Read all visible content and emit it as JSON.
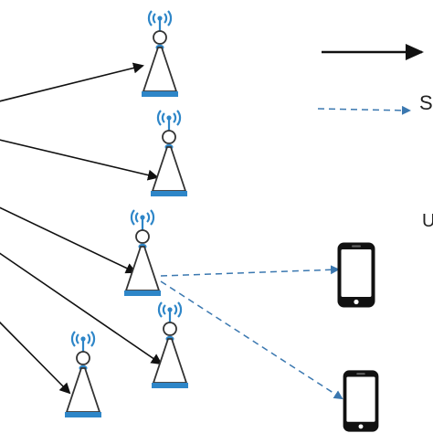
{
  "legend": {
    "items": [
      {
        "line_style": "solid",
        "label": ""
      },
      {
        "line_style": "dashed",
        "label": "S"
      }
    ]
  },
  "side_text": "U",
  "colors": {
    "solid_link": "#111111",
    "dashed_link": "#3b78b0",
    "tower_base": "#2e86c8",
    "tower_outline": "#333333",
    "phone_body": "#111111"
  },
  "towers": [
    {
      "icon": "cell-tower-icon"
    },
    {
      "icon": "cell-tower-icon"
    },
    {
      "icon": "cell-tower-icon"
    },
    {
      "icon": "cell-tower-icon"
    },
    {
      "icon": "cell-tower-icon"
    }
  ],
  "phones": [
    {
      "icon": "smartphone-icon"
    },
    {
      "icon": "smartphone-icon"
    }
  ]
}
